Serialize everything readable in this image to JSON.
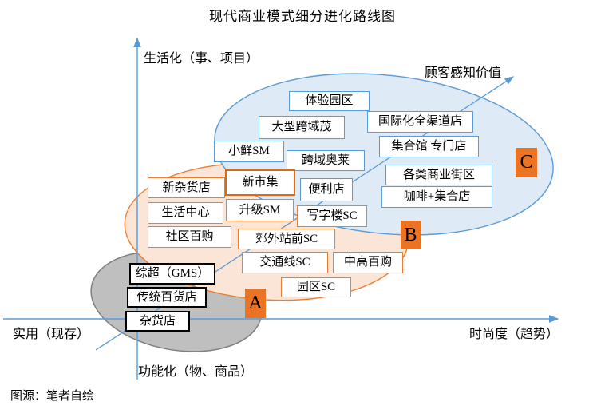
{
  "title": "现代商业模式细分进化路线图",
  "source_note": "图源：笔者自绘",
  "axes": {
    "y_positive": "生活化（事、项目）",
    "y_negative": "功能化（物、商品）",
    "x_negative": "实用（现存）",
    "x_positive": "时尚度（趋势）"
  },
  "value_arrow_label": "顾客感知价值",
  "stages": [
    {
      "label": "A"
    },
    {
      "label": "B"
    },
    {
      "label": "C"
    }
  ],
  "boxes": [
    {
      "label": "体验园区",
      "tier": "C"
    },
    {
      "label": "大型跨域茂",
      "tier": "C"
    },
    {
      "label": "国际化全渠道店",
      "tier": "C"
    },
    {
      "label": "小鲜SM",
      "tier": "C"
    },
    {
      "label": "集合馆 专门店",
      "tier": "C"
    },
    {
      "label": "跨域奥莱",
      "tier": "C"
    },
    {
      "label": "各类商业街区",
      "tier": "C"
    },
    {
      "label": "便利店",
      "tier": "C"
    },
    {
      "label": "咖啡+集合店",
      "tier": "C"
    },
    {
      "label": "新杂货店",
      "tier": "B"
    },
    {
      "label": "新市集",
      "tier": "B"
    },
    {
      "label": "生活中心",
      "tier": "B"
    },
    {
      "label": "升级SM",
      "tier": "B"
    },
    {
      "label": "写字楼SC",
      "tier": "B"
    },
    {
      "label": "社区百购",
      "tier": "B"
    },
    {
      "label": "郊外站前SC",
      "tier": "B"
    },
    {
      "label": "交通线SC",
      "tier": "B"
    },
    {
      "label": "中高百购",
      "tier": "B"
    },
    {
      "label": "园区SC",
      "tier": "B"
    },
    {
      "label": "综超（GMS）",
      "tier": "A"
    },
    {
      "label": "传统百货店",
      "tier": "A"
    },
    {
      "label": "杂货店",
      "tier": "A"
    }
  ],
  "colors": {
    "axis_blue": "#5B9BD5",
    "tier_c_fill": "#DEEAF6",
    "tier_c_border": "#5B9BD5",
    "tier_b_fill": "#FBE5D6",
    "tier_b_border": "#ED7D31",
    "tier_a_fill": "#BFBFBF",
    "tier_a_border": "#7F7F7F",
    "stage_marker_fill": "#EB7324"
  }
}
